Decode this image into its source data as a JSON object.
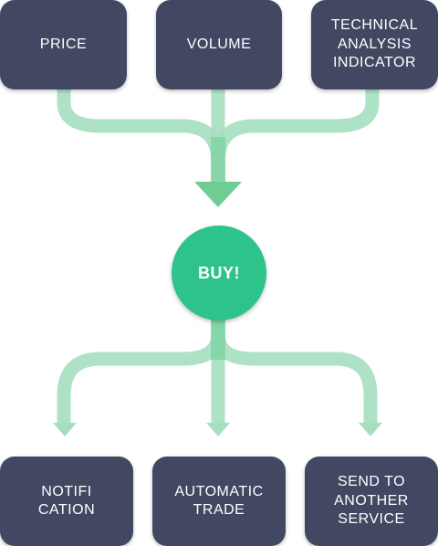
{
  "inputs": {
    "price": "PRICE",
    "volume": "VOLUME",
    "technical": "TECHNICAL\nANALYSIS\nINDICATOR"
  },
  "decision": {
    "label": "BUY!"
  },
  "outputs": {
    "notification": "NOTIFI\nCATION",
    "trade": "AUTOMATIC\nTRADE",
    "send": "SEND TO\nANOTHER\nSERVICE"
  },
  "colors": {
    "box": "#434862",
    "decision": "#2ec38a",
    "flow": "#a5dfc0",
    "flow_dark": "#6fcc93"
  }
}
